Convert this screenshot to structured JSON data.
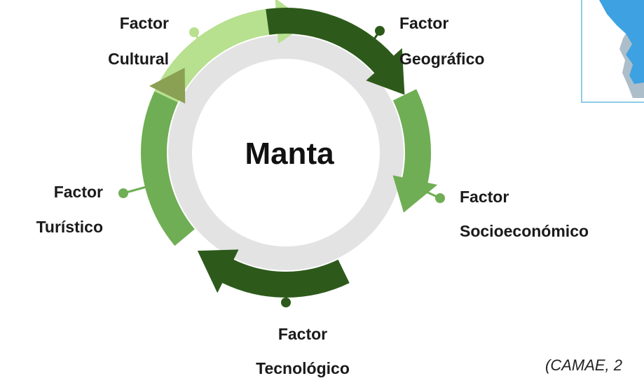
{
  "center": {
    "title": "Manta"
  },
  "factors": {
    "cultural": {
      "line1": "Factor",
      "line2": "Cultural"
    },
    "geografico": {
      "line1": "Factor",
      "line2": "Geográfico"
    },
    "socioeconomico": {
      "line1": "Factor",
      "line2": "Socioeconómico"
    },
    "tecnologico": {
      "line1": "Factor",
      "line2": "Tecnológico"
    },
    "turistico": {
      "line1": "Factor",
      "line2": "Turístico"
    }
  },
  "source": {
    "text": "(CAMAE, 2"
  },
  "colors": {
    "light_green": "#b7e08f",
    "medium_green": "#6fae54",
    "dark_green": "#2d5a1b",
    "olive_green": "#8aa052",
    "inner_ring": "#e3e3e3",
    "inner_disc": "#ffffff",
    "map_blue": "#3da1e2",
    "map_border": "#8ccde6"
  }
}
